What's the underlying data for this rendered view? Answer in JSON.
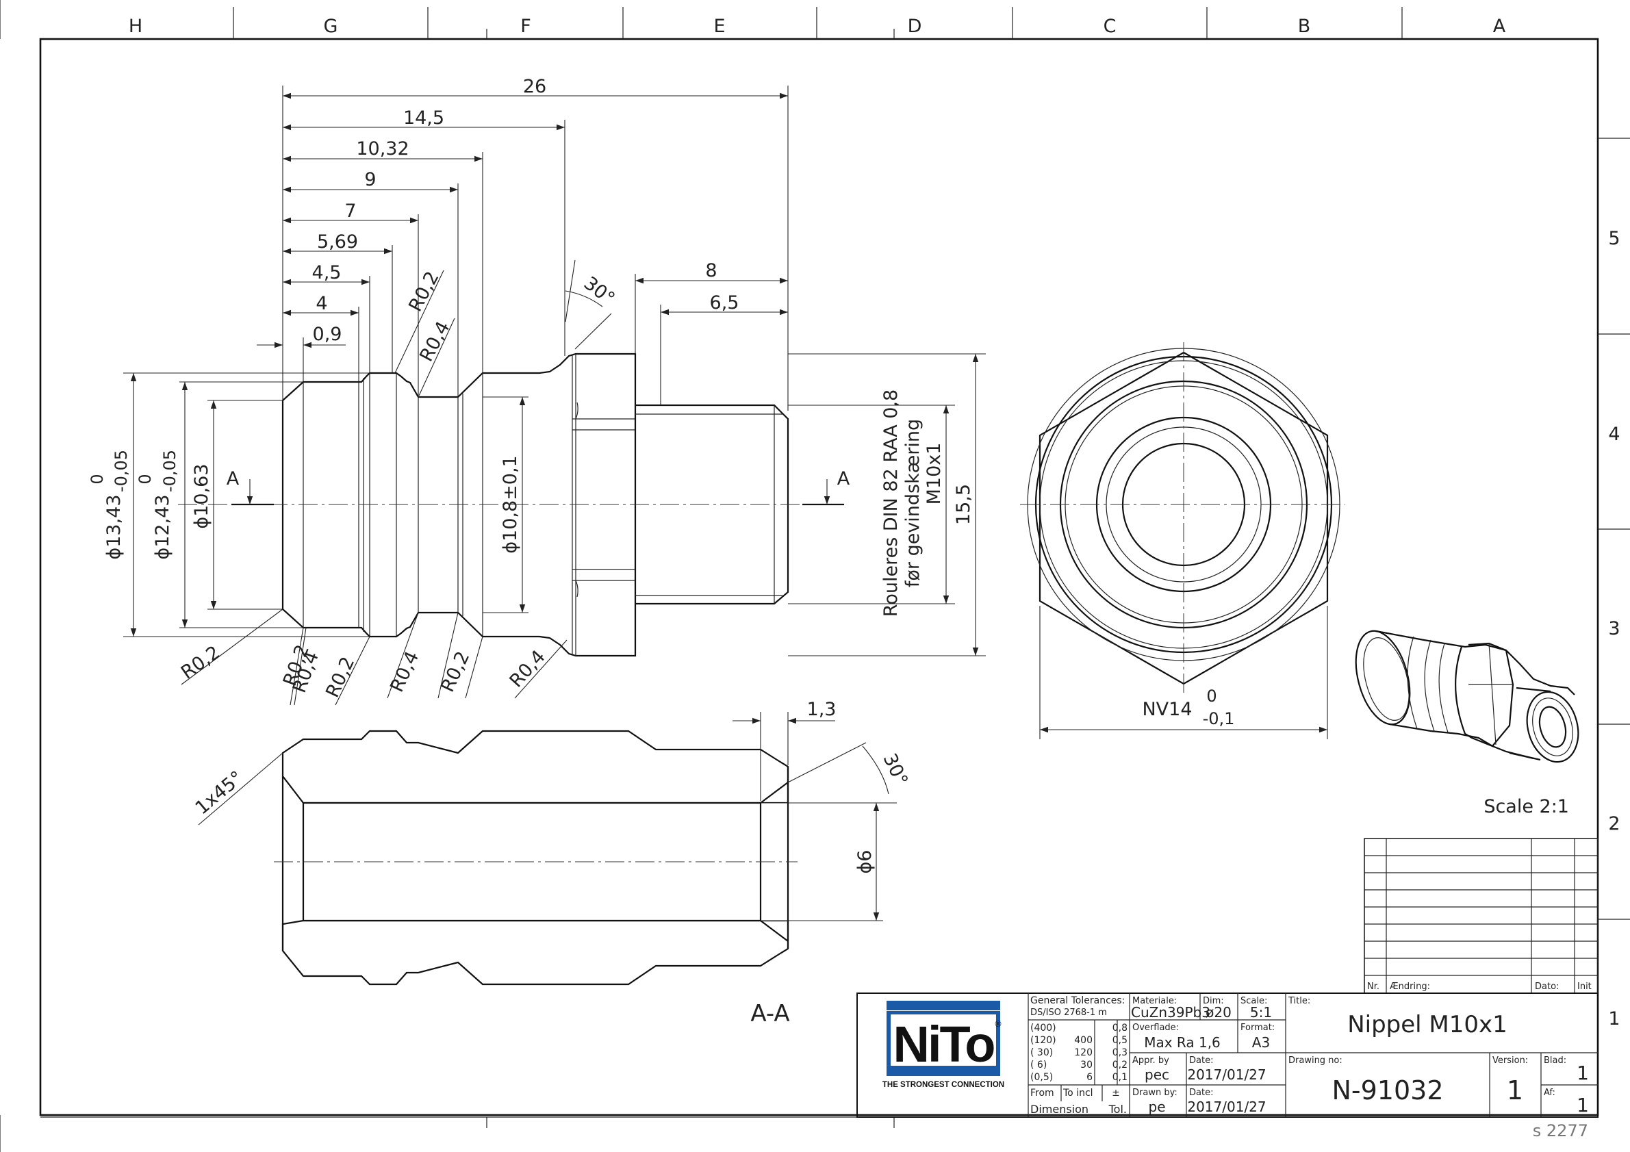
{
  "border": {
    "columns": [
      "H",
      "G",
      "F",
      "E",
      "D",
      "C",
      "B",
      "A"
    ],
    "rows": [
      "5",
      "4",
      "3",
      "2",
      "1"
    ]
  },
  "dimensions_top": [
    "26",
    "14,5",
    "10,32",
    "9",
    "7",
    "5,69",
    "4,5",
    "4",
    "0,9",
    "8",
    "6,5"
  ],
  "angle_top": "30°",
  "radii_top": [
    "R0,2",
    "R0,4"
  ],
  "radii_bottom": [
    "R0,2",
    "R0,2",
    "R0,4",
    "R0,2",
    "R0,4",
    "R0,2",
    "R0,4"
  ],
  "diameters": {
    "d1": "ϕ13,43",
    "d1_tol_up": "0",
    "d1_tol_low": "-0,05",
    "d2": "ϕ12,43",
    "d2_tol_up": "0",
    "d2_tol_low": "-0,05",
    "d3": "ϕ10,63",
    "d4": "ϕ10,8±0,1"
  },
  "thread_note": {
    "line1": "Rouleres DIN 82 RAA 0,8",
    "line2": "før gevindskæring",
    "line3": "M10x1"
  },
  "height_dim": "15,5",
  "section_marks": [
    "A",
    "A"
  ],
  "end_view": {
    "label": "NV14",
    "tol_up": "0",
    "tol_low": "-0,1"
  },
  "section": {
    "name": "A-A",
    "chamfer": "1x45°",
    "dim_1_3": "1,3",
    "angle": "30°",
    "bore": "ϕ6"
  },
  "scale_label": "Scale 2:1",
  "revision_table": {
    "nr": "Nr.",
    "change": "Ændring:",
    "date": "Dato:",
    "init": "Init"
  },
  "logo": {
    "text": "NiTo",
    "reg": "®",
    "tagline": "THE STRONGEST CONNECTION"
  },
  "title_block": {
    "gen_tol_label": "General Tolerances:",
    "gen_tol_std": "DS/ISO 2768-1 m",
    "tol_rows": [
      [
        "(400)",
        "",
        "0,8"
      ],
      [
        "(120)",
        "400",
        "0,5"
      ],
      [
        "( 30)",
        "120",
        "0,3"
      ],
      [
        "( 6)",
        "30",
        "0,2"
      ],
      [
        "(0,5)",
        "6",
        "0,1"
      ]
    ],
    "from_label": "From",
    "to_label": "To incl",
    "pm_label": "±",
    "dimension_label": "Dimension",
    "tol_label": "Tol.",
    "material_label": "Materiale:",
    "material": "CuZn39Pb3",
    "dim_label": "Dim:",
    "dim": "ø20",
    "scale_label": "Scale:",
    "scale": "5:1",
    "surface_label": "Overflade:",
    "surface": "Max Ra 1,6",
    "format_label": "Format:",
    "format": "A3",
    "appr_label": "Appr. by",
    "appr": "pec",
    "date_label": "Date:",
    "appr_date": "2017/01/27",
    "drawn_label": "Drawn by:",
    "drawn": "pe",
    "drawn_date": "2017/01/27",
    "title_label": "Title:",
    "title": "Nippel M10x1",
    "drawing_no_label": "Drawing no:",
    "drawing_no": "N-91032",
    "version_label": "Version:",
    "version": "1",
    "blad_label": "Blad:",
    "blad": "1",
    "af_label": "Af:",
    "af": "1"
  },
  "sheet_code": "s 2277"
}
